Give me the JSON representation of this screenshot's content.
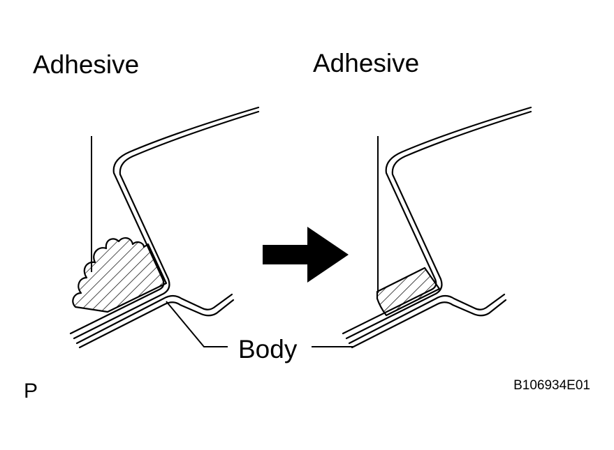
{
  "labels": {
    "adhesive_left": "Adhesive",
    "adhesive_right": "Adhesive",
    "body": "Body",
    "corner_mark": "P",
    "figure_code": "B106934E01"
  },
  "colors": {
    "ink": "#000000",
    "background": "#ffffff"
  },
  "icons": {
    "transition": "right-arrow-icon"
  }
}
